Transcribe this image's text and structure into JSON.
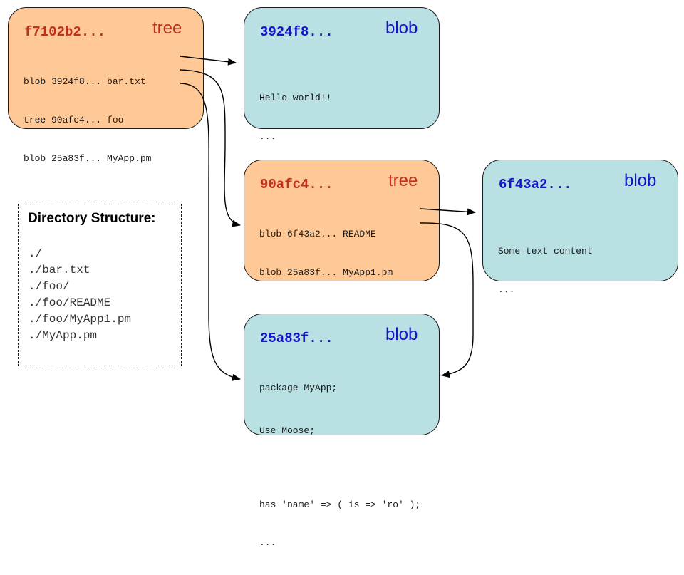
{
  "nodes": {
    "root_tree": {
      "hash": "f7102b2...",
      "kind": "tree",
      "entries": [
        "blob 3924f8... bar.txt",
        "tree 90afc4... foo",
        "blob 25a83f... MyApp.pm"
      ]
    },
    "blob_bar": {
      "hash": "3924f8...",
      "kind": "blob",
      "content": [
        "Hello world!!",
        "..."
      ]
    },
    "foo_tree": {
      "hash": "90afc4...",
      "kind": "tree",
      "entries": [
        "blob 6f43a2... README",
        "blob 25a83f... MyApp1.pm"
      ]
    },
    "blob_readme": {
      "hash": "6f43a2...",
      "kind": "blob",
      "content": [
        "Some text content",
        "..."
      ]
    },
    "blob_myapp": {
      "hash": "25a83f...",
      "kind": "blob",
      "content": [
        "package MyApp;",
        "Use Moose;",
        "",
        "has 'name' => ( is => 'ro' );",
        "..."
      ]
    }
  },
  "legend": {
    "title": "Directory Structure:",
    "paths": [
      "./",
      "./bar.txt",
      "./foo/",
      "./foo/README",
      "./foo/MyApp1.pm",
      "./MyApp.pm"
    ]
  },
  "colors": {
    "tree_fill": "#ffc997",
    "blob_fill": "#b9e0e3",
    "tree_text": "#c0301a",
    "blob_text": "#1515c8"
  }
}
